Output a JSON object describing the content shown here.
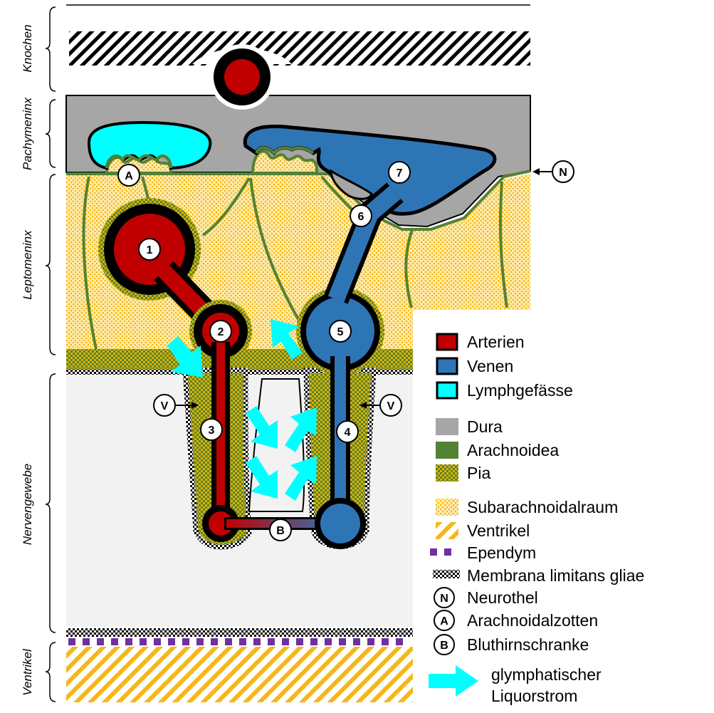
{
  "layers": {
    "knochen": "Knochen",
    "pachymeninx": "Pachymeninx",
    "leptomeninx": "Leptomeninx",
    "nervengewebe": "Nervengewebe",
    "ventrikel": "Ventrikel"
  },
  "markers": {
    "n1": "1",
    "n2": "2",
    "n3": "3",
    "n4": "4",
    "n5": "5",
    "n6": "6",
    "n7": "7",
    "a": "A",
    "b": "B",
    "n": "N",
    "v": "V"
  },
  "legend": {
    "arterien": "Arterien",
    "venen": "Venen",
    "lymph": "Lymphgefässe",
    "dura": "Dura",
    "arachnoidea": "Arachnoidea",
    "pia": "Pia",
    "subarachnoidal": "Subarachnoidalraum",
    "ventrikel": "Ventrikel",
    "ependym": "Ependym",
    "membrana": "Membrana limitans gliae",
    "neurothel": "Neurothel",
    "arachnoidalzotten": "Arachnoidalzotten",
    "bluthirnschranke": "Bluthirnschranke",
    "glymph1": "glymphatischer",
    "glymph2": "Liquorstrom"
  },
  "colors": {
    "artery": "#c00000",
    "vein": "#2e75b6",
    "lymph": "#00ffff",
    "dura": "#a6a6a6",
    "arachnoidea": "#548235",
    "pia_dot": "#c9a400",
    "subarachnoidal": "#ffd966",
    "ependym": "#7030a0",
    "arrow": "#00ffff",
    "tissue": "#f2f2f2"
  }
}
